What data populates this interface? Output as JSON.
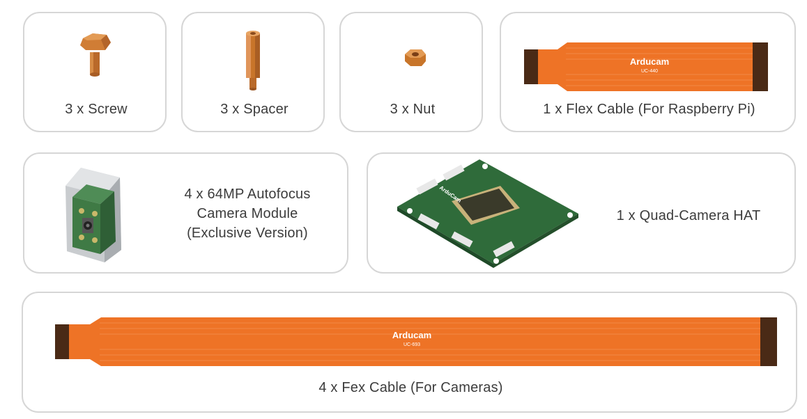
{
  "items": [
    {
      "label": "3 x Screw",
      "icon": "screw-icon"
    },
    {
      "label": "3 x Spacer",
      "icon": "spacer-icon"
    },
    {
      "label": "3 x Nut",
      "icon": "nut-icon"
    },
    {
      "label": "1 x Flex Cable (For Raspberry Pi)",
      "icon": "flex-cable-icon",
      "cable_brand": "Arducam",
      "cable_model": "UC-440"
    },
    {
      "label_lines": [
        "4 x 64MP Autofocus",
        "Camera Module",
        "(Exclusive Version)"
      ],
      "icon": "camera-module-icon"
    },
    {
      "label": "1 x Quad-Camera HAT",
      "icon": "quad-camera-hat-icon",
      "board_brand": "ArduCam"
    },
    {
      "label": "4 x Fex Cable (For Cameras)",
      "icon": "flex-cable-icon",
      "cable_brand": "Arducam",
      "cable_model": "UC-693"
    }
  ],
  "colors": {
    "card_border": "#d6d6d6",
    "copper": "#c8752a",
    "cable": "#ee7326",
    "cable_end": "#4a2a16",
    "pcb": "#2f6b3a"
  }
}
